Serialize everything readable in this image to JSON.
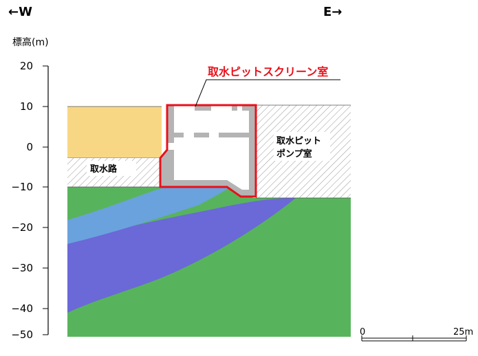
{
  "directions": {
    "west": "←W",
    "east": "E→"
  },
  "axis": {
    "title": "標高(m)",
    "ticks": [
      "20",
      "10",
      "0",
      "−10",
      "−20",
      "−30",
      "−40",
      "−50"
    ]
  },
  "labels": {
    "screen_room": "取水ピットスクリーン室",
    "intake_channel": "取水路",
    "pump_room_line1": "取水ピット",
    "pump_room_line2": "ポンプ室"
  },
  "scale_bar": {
    "start": "0",
    "end": "25m"
  },
  "colors": {
    "highlight": "#e8101a",
    "fill_orange": "#f8d784",
    "green": "#58b45c",
    "light_blue": "#6aa2dd",
    "purple": "#6b68d8",
    "concrete": "#b4b4b4"
  }
}
